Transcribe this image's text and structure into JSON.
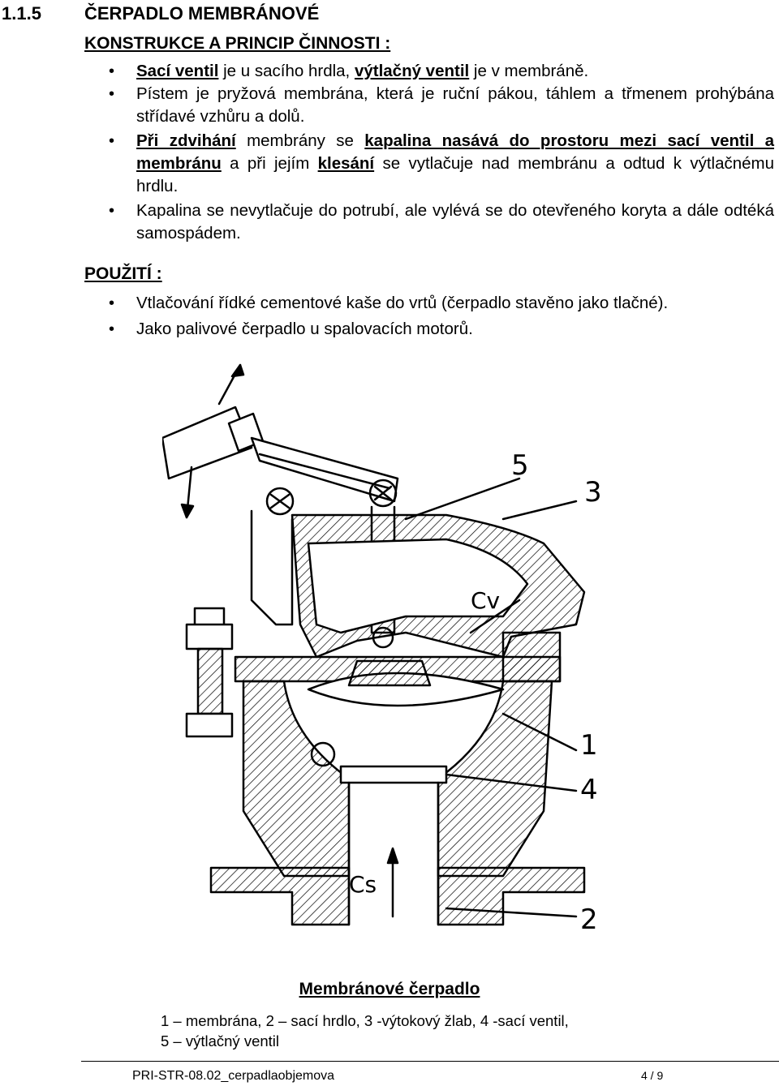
{
  "section": {
    "number": "1.1.5",
    "title": "ČERPADLO MEMBRÁNOVÉ"
  },
  "construction": {
    "heading": "KONSTRUKCE A PRINCIP ČINNOSTI :",
    "b1": {
      "p1": "Sací ventil",
      "p2": " je u sacího hrdla, ",
      "p3": "výtlačný ventil",
      "p4": " je v membráně."
    },
    "b2": {
      "text": "Pístem je pryžová membrána, která je ruční pákou, táhlem a třmenem prohýbána střídavé vzhůru a dolů."
    },
    "b3": {
      "p1": "Při zdvihání",
      "p2": " membrány se ",
      "p3": "kapalina nasává do prostoru mezi sací ventil a membránu",
      "p4": " a při jejím ",
      "p5": "klesání",
      "p6": " se vytlačuje nad membránu a odtud k výtlačnému hrdlu."
    },
    "b4": {
      "text": "Kapalina se nevytlačuje do potrubí, ale vylévá se do otevřeného koryta a dále odtéká samospádem."
    }
  },
  "usage": {
    "heading": "POUŽITÍ :",
    "items": [
      "Vtlačování řídké cementové kaše do vrtů (čerpadlo stavěno jako tlačné).",
      "Jako palivové čerpadlo u spalovacích motorů."
    ]
  },
  "figure": {
    "labels": {
      "l1": "1",
      "l2": "2",
      "l3": "3",
      "l4": "4",
      "l5": "5",
      "cv": "Cv",
      "cs": "Cs"
    },
    "caption_title": "Membránové čerpadlo",
    "legend_line1": "1 – membrána, 2 – sací hrdlo, 3 -výtokový žlab, 4 -sací ventil,",
    "legend_line2": "5 – výtlačný ventil"
  },
  "footer": {
    "doc_name": "PRI-STR-08.02_cerpadlaobjemova",
    "page": "4 / 9"
  }
}
